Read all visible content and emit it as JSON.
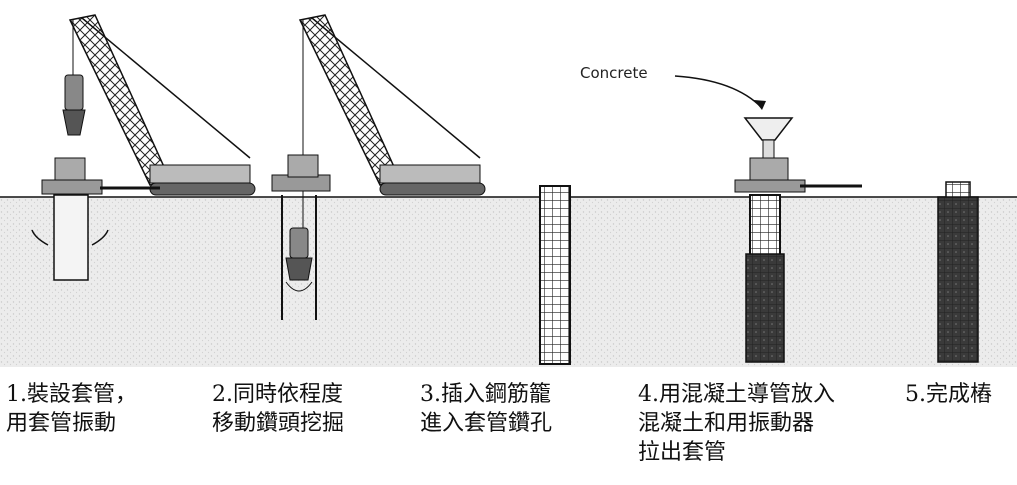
{
  "concrete_label": "Concrete",
  "steps": [
    {
      "lines": [
        "1.裝設套管，",
        "  用套管振動"
      ]
    },
    {
      "lines": [
        "2.同時依程度",
        "  移動鑽頭挖掘"
      ]
    },
    {
      "lines": [
        "3.插入鋼筋籠",
        "  進入套管鑽孔"
      ]
    },
    {
      "lines": [
        "4.用混凝土導管放入",
        "  混凝土和用振動器",
        "  拉出套管"
      ]
    },
    {
      "lines": [
        "5.完成樁"
      ]
    }
  ],
  "colors": {
    "ink": "#1a1a1a",
    "soil": "#e6e6e6",
    "concrete": "#3a3a3a"
  }
}
